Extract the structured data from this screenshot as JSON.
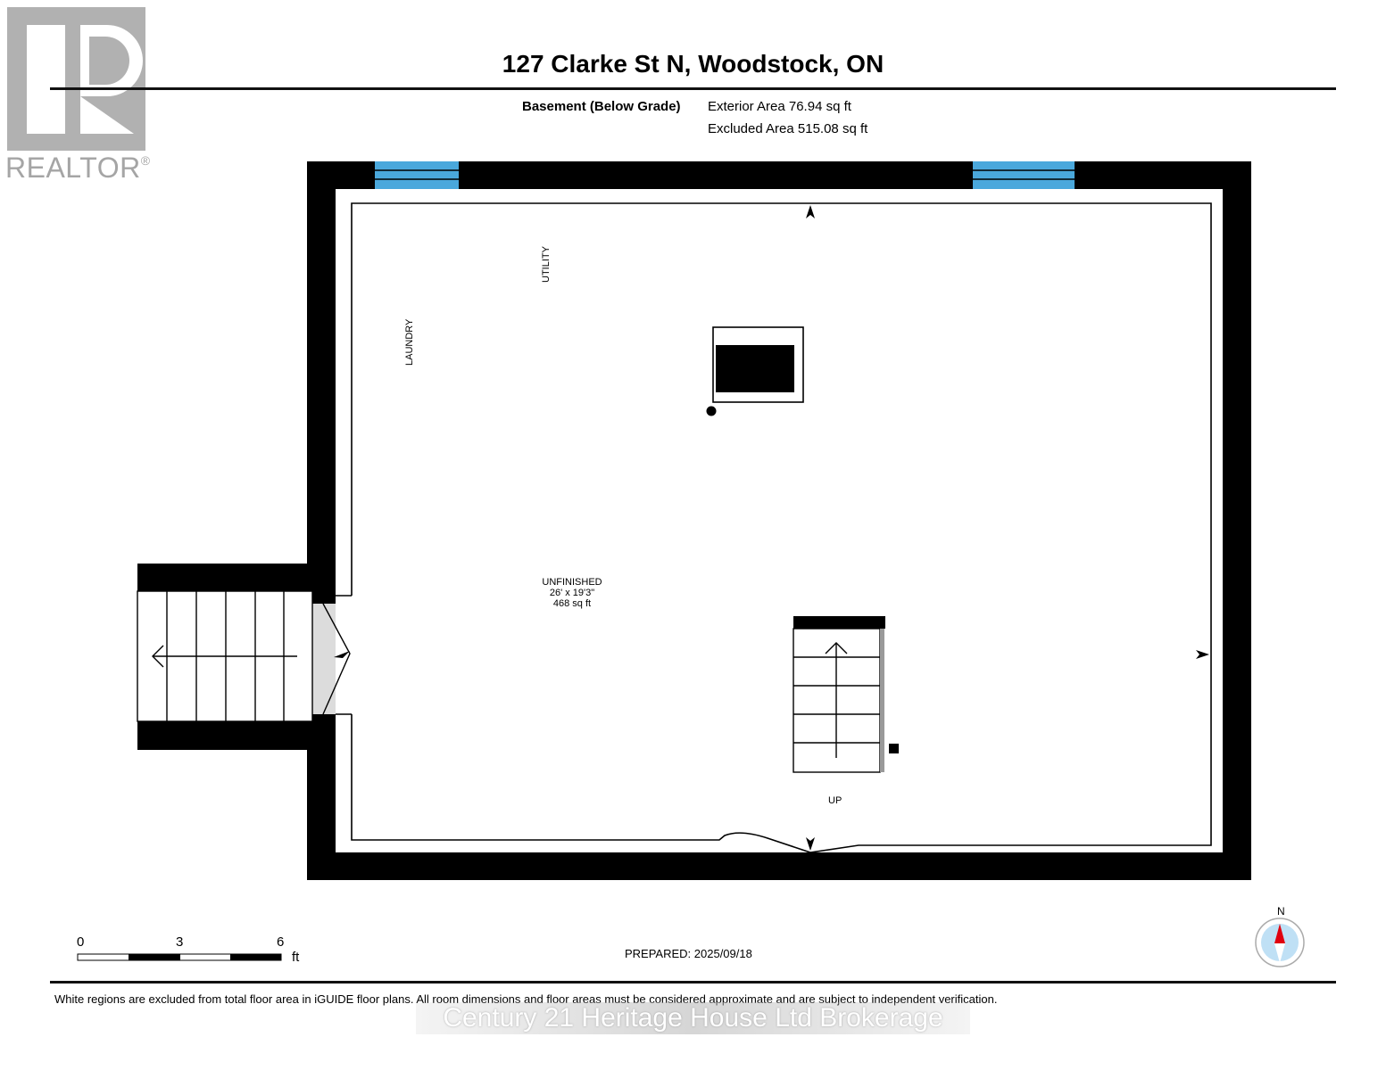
{
  "branding": {
    "logo_icon": "realtor-r-logo",
    "logo_text": "REALTOR",
    "registered_mark": "®",
    "logo_color": "#b1b1b1"
  },
  "header": {
    "title": "127 Clarke St N, Woodstock, ON",
    "level": "Basement (Below Grade)",
    "exterior_area": "Exterior Area 76.94 sq ft",
    "excluded_area": "Excluded Area 515.08 sq ft"
  },
  "plan": {
    "wall_color": "#000000",
    "window_color": "#4aa8dc",
    "landing_color": "#dcdcdc",
    "labels": {
      "laundry": "LAUNDRY",
      "utility": "UTILITY",
      "stairs_up": "UP",
      "door_label": "UP"
    },
    "room": {
      "name": "UNFINISHED",
      "dimensions": "26' x 19'3\"",
      "area": "468 sq ft"
    },
    "icons": [
      "window-icon",
      "window-icon",
      "furnace-icon",
      "water-heater-dot-icon",
      "staircase-icon",
      "exterior-staircase-icon",
      "camera-view-arrow-icon",
      "electrical-panel-icon"
    ]
  },
  "footer": {
    "scale": {
      "ticks": [
        "0",
        "3",
        "6"
      ],
      "unit": "ft"
    },
    "prepared": "PREPARED: 2025/09/18",
    "compass": {
      "label": "N",
      "needle_color": "#e0000f",
      "face_color": "#bfe0f5"
    },
    "disclaimer": "White regions are excluded from total floor area in iGUIDE floor plans. All room dimensions and floor areas must be considered approximate and are subject to independent verification.",
    "watermark": "Century 21 Heritage House Ltd Brokerage"
  }
}
